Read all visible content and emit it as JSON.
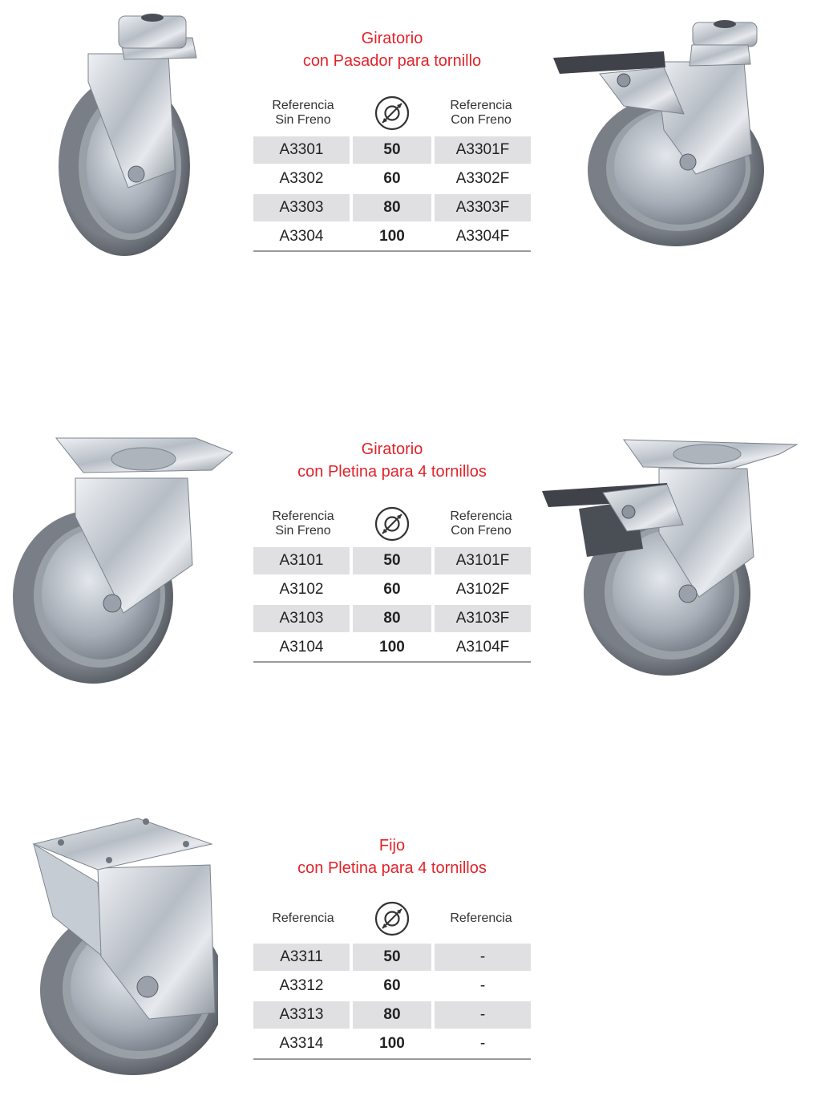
{
  "colors": {
    "title": "#e2232a",
    "row_shade": "#e0e0e2",
    "tyre": "#6f747c",
    "metal": "#c9ced4"
  },
  "sections": [
    {
      "title_line1": "Giratorio",
      "title_line2": "con Pasador para tornillo",
      "col1_line1": "Referencia",
      "col1_line2": "Sin Freno",
      "diameter_icon": "diameter-icon",
      "col3_line1": "Referencia",
      "col3_line2": "Con Freno",
      "rows": [
        {
          "ref": "A3301",
          "dia": "50",
          "ref_brake": "A3301F"
        },
        {
          "ref": "A3302",
          "dia": "60",
          "ref_brake": "A3302F"
        },
        {
          "ref": "A3303",
          "dia": "80",
          "ref_brake": "A3303F"
        },
        {
          "ref": "A3304",
          "dia": "100",
          "ref_brake": "A3304F"
        }
      ]
    },
    {
      "title_line1": "Giratorio",
      "title_line2": "con Pletina para 4 tornillos",
      "col1_line1": "Referencia",
      "col1_line2": "Sin Freno",
      "diameter_icon": "diameter-icon",
      "col3_line1": "Referencia",
      "col3_line2": "Con Freno",
      "rows": [
        {
          "ref": "A3101",
          "dia": "50",
          "ref_brake": "A3101F"
        },
        {
          "ref": "A3102",
          "dia": "60",
          "ref_brake": "A3102F"
        },
        {
          "ref": "A3103",
          "dia": "80",
          "ref_brake": "A3103F"
        },
        {
          "ref": "A3104",
          "dia": "100",
          "ref_brake": "A3104F"
        }
      ]
    },
    {
      "title_line1": "Fijo",
      "title_line2": "con Pletina para 4 tornillos",
      "col1_line1": "Referencia",
      "diameter_icon": "diameter-icon",
      "col3_line1": "Referencia",
      "rows": [
        {
          "ref": "A3311",
          "dia": "50",
          "ref_brake": "-"
        },
        {
          "ref": "A3312",
          "dia": "60",
          "ref_brake": "-"
        },
        {
          "ref": "A3313",
          "dia": "80",
          "ref_brake": "-"
        },
        {
          "ref": "A3314",
          "dia": "100",
          "ref_brake": "-"
        }
      ]
    }
  ]
}
